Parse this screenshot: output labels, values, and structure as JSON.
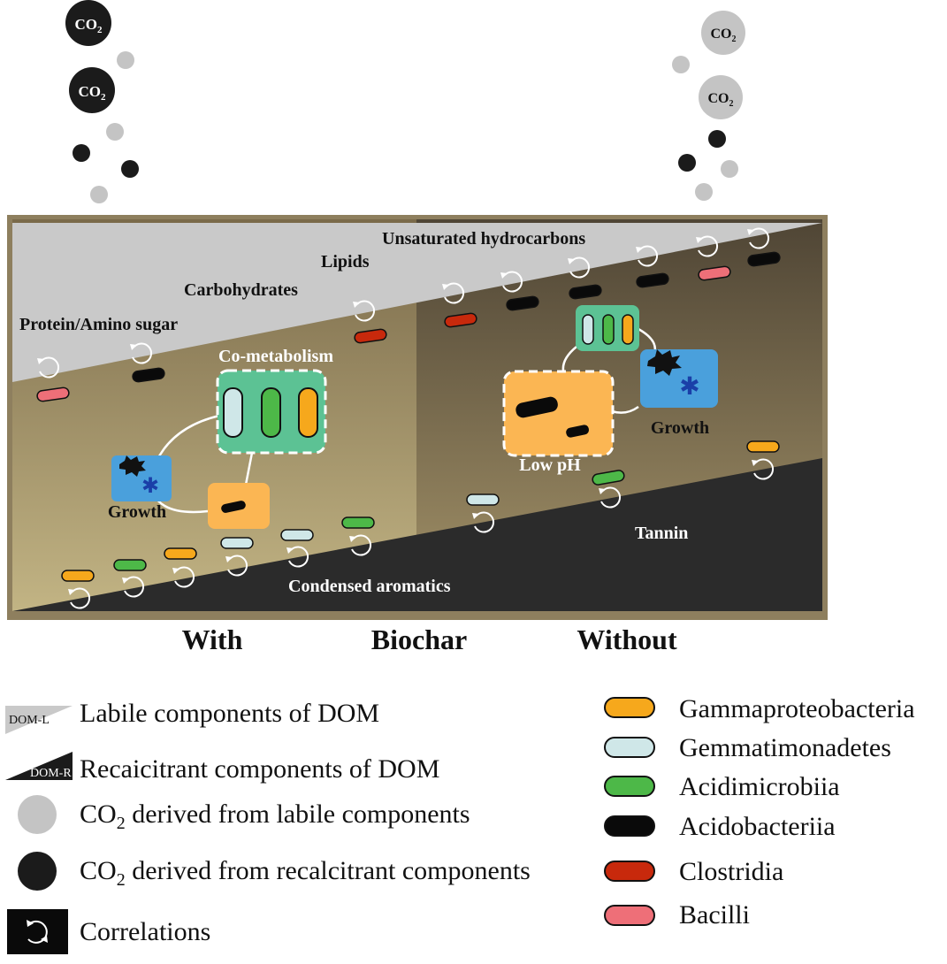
{
  "panel": {
    "labile_labels": [
      "Unsaturated hydrocarbons",
      "Lipids",
      "Carbohydrates",
      "Protein/Amino sugar"
    ],
    "recalcitrant_labels": [
      "Tannin",
      "Condensed aromatics"
    ],
    "with_side": {
      "process": "Co-metabolism",
      "growth": "Growth"
    },
    "without_side": {
      "process": "Low pH",
      "growth": "Growth"
    }
  },
  "co2": {
    "formula": "CO",
    "subscript": "2"
  },
  "axis": {
    "left": "With",
    "center": "Biochar",
    "right": "Without"
  },
  "legend_left": [
    {
      "id": "dom-l",
      "icon_text": "DOM-L",
      "text": "Labile components of DOM"
    },
    {
      "id": "dom-r",
      "icon_text": "DOM-R",
      "text": "Recaicitrant components of DOM"
    },
    {
      "id": "co2-labile",
      "prefix": "CO",
      "sub": "2",
      "text": " derived from labile components"
    },
    {
      "id": "co2-recalcitrant",
      "prefix": "CO",
      "sub": "2",
      "text": " derived from recalcitrant components"
    },
    {
      "id": "correlations",
      "text": "Correlations"
    }
  ],
  "legend_right": [
    {
      "name": "Gammaproteobacteria",
      "color": "#f6a81c"
    },
    {
      "name": "Gemmatimonadetes",
      "color": "#cfe7e8"
    },
    {
      "name": "Acidimicrobiia",
      "color": "#4db848"
    },
    {
      "name": "Acidobacteriia",
      "color": "#0a0a0a"
    },
    {
      "name": "Clostridia",
      "color": "#c8290c"
    },
    {
      "name": "Bacilli",
      "color": "#ee6f78"
    }
  ],
  "colors": {
    "labile_wedge": "#c9c9c9",
    "recalcitrant_wedge": "#2b2b2b",
    "co2_labile": "#c4c4c4",
    "co2_recalcitrant": "#1b1b1b",
    "panel_border": "#8e7f5e",
    "cometabolism_box": "#5cc294",
    "low_ph_box": "#fbb653",
    "growth_box": "#4aa0dc"
  }
}
